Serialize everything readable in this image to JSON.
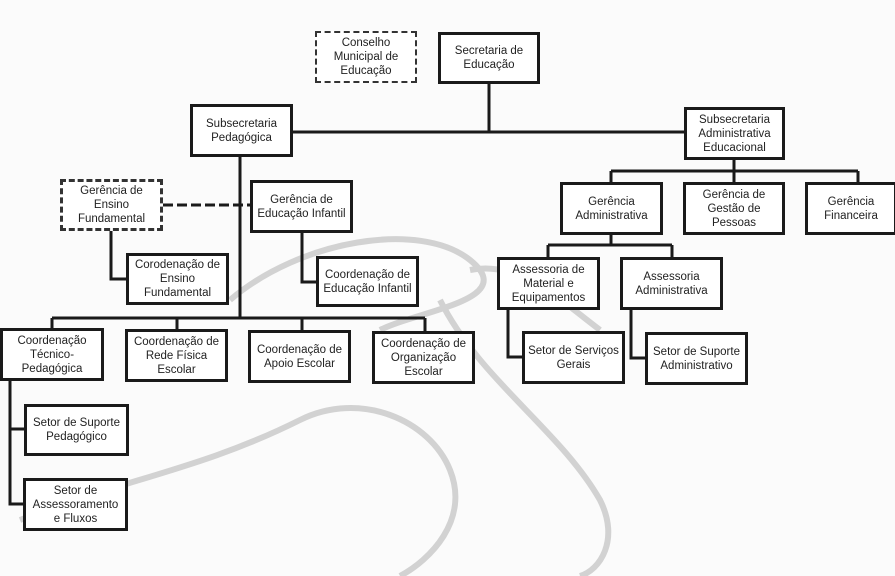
{
  "nodes": {
    "conselho": "Conselho Municipal de Educação",
    "secretaria": "Secretaria de Educação",
    "subsec_pedagogica": "Subsecretaria Pedagógica",
    "subsec_administrativa": "Subsecretaria Administrativa Educacional",
    "ger_ensino_fundamental": "Gerência de Ensino Fundamental",
    "ger_educacao_infantil": "Gerência de Educação Infantil",
    "coord_ensino_fundamental": "Corodenação de Ensino Fundamental",
    "coord_educacao_infantil": "Coordenação de Educação Infantil",
    "coord_tecnico_pedagogica": "Coordenação Técnico-Pedagógica",
    "coord_rede_fisica": "Coordenação de Rede Física Escolar",
    "coord_apoio_escolar": "Coordenação de Apoio Escolar",
    "coord_organizacao_escolar": "Coordenação de Organização Escolar",
    "setor_suporte_pedagogico": "Setor de Suporte Pedagógico",
    "setor_assessoramento": "Setor de Assessoramento e Fluxos",
    "ger_administrativa": "Gerência Administrativa",
    "ger_gestao_pessoas": "Gerência de Gestão de Pessoas",
    "ger_financeira": "Gerência Financeira",
    "assessoria_material": "Assessoria de Material e Equipamentos",
    "assessoria_administrativa": "Assessoria Administrativa",
    "setor_servicos_gerais": "Setor de Serviços Gerais",
    "setor_suporte_administrativo": "Setor de Suporte Administrativo"
  }
}
